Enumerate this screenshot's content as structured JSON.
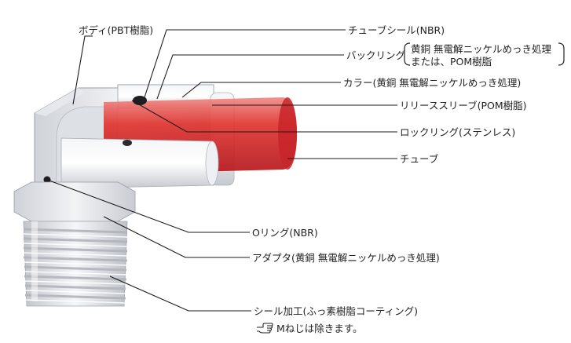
{
  "labels": {
    "body": "ボディ(PBT樹脂)",
    "tube_seal": "チューブシール(NBR)",
    "back_ring_1": "バックリング",
    "back_ring_2": "黄銅 無電解ニッケルめっき処理",
    "back_ring_3": "または、POM樹脂",
    "collar": "カラー(黄銅 無電解ニッケルめっき処理)",
    "release_sleeve": "リリーススリーブ(POM樹脂)",
    "lock_ring": "ロックリング(ステンレス)",
    "tube": "チューブ",
    "o_ring": "Oリング(NBR)",
    "adapter": "アダプタ(黄銅 無電解ニッケルめっき処理)",
    "seal_coating": "シール加工(ふっ素樹脂コーティング)",
    "note": "Mねじは除きます。"
  },
  "icons": {
    "note_icon": "pointing-hand-icon"
  },
  "colors": {
    "tube_red": "#d9232d",
    "body_gray": "#e4e6ea",
    "leader": "#1a1a1a"
  }
}
